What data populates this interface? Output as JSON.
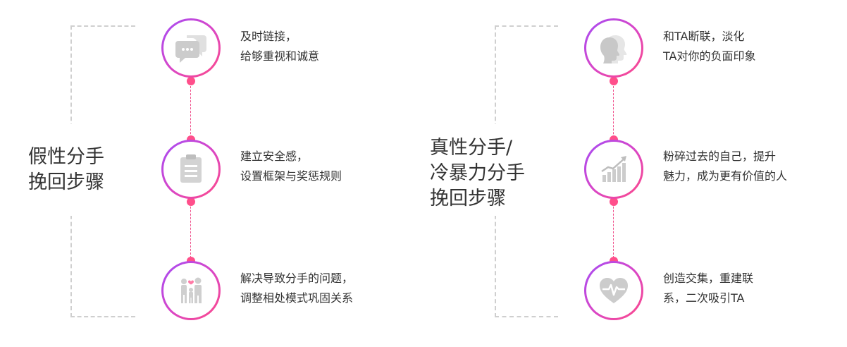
{
  "left": {
    "title_lines": [
      "假性分手",
      "挽回步骤"
    ],
    "steps": [
      {
        "icon": "chat-bubbles-icon",
        "lines": [
          "及时链接，",
          "给够重视和诚意"
        ]
      },
      {
        "icon": "clipboard-icon",
        "lines": [
          "建立安全感，",
          "设置框架与奖惩规则"
        ]
      },
      {
        "icon": "family-icon",
        "lines": [
          "解决导致分手的问题，",
          "调整相处模式巩固关系"
        ]
      }
    ]
  },
  "right": {
    "title_lines": [
      "真性分手/",
      "冷暴力分手",
      "挽回步骤"
    ],
    "steps": [
      {
        "icon": "profiles-icon",
        "lines": [
          "和TA断联，淡化",
          "TA对你的负面印象"
        ]
      },
      {
        "icon": "growth-chart-icon",
        "lines": [
          "粉碎过去的自己，提升",
          "魅力，成为更有价值的人"
        ]
      },
      {
        "icon": "heartbeat-icon",
        "lines": [
          "创造交集，重建联",
          "系，二次吸引TA"
        ]
      }
    ]
  },
  "colors": {
    "gradient_start": "#a34cf6",
    "gradient_end": "#ff4a86",
    "dot": "#ff4f8b",
    "icon_gray": "#d3d3d3",
    "bracket": "#cfcfcf"
  }
}
